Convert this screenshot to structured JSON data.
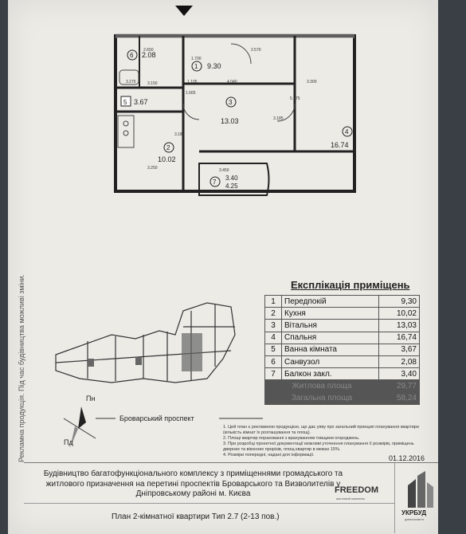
{
  "sidebar_notice": "Рекламна продукція. Під час будівництва можливі зміни.",
  "plan": {
    "dims": [
      "2.650",
      "2.570",
      "1.700",
      "1.105",
      "4.040",
      "3.300",
      "3.150",
      "1.665",
      "3.250",
      "3.184",
      "5.175",
      "3.185",
      "3.450",
      "3.275"
    ],
    "rooms": [
      {
        "no": "1",
        "area": "9.30"
      },
      {
        "no": "2",
        "area": "10.02"
      },
      {
        "no": "3",
        "area": "13.03"
      },
      {
        "no": "4",
        "area": "16.74"
      },
      {
        "no": "5",
        "area": "3.67"
      },
      {
        "no": "6",
        "area": "2.08"
      },
      {
        "no": "7",
        "area": "3.40",
        "area2": "4.25"
      }
    ]
  },
  "legend": {
    "title": "Експлікація приміщень",
    "rows": [
      {
        "no": "1",
        "name": "Передпокій",
        "area": "9,30"
      },
      {
        "no": "2",
        "name": "Кухня",
        "area": "10,02"
      },
      {
        "no": "3",
        "name": "Вітальня",
        "area": "13,03"
      },
      {
        "no": "4",
        "name": "Спальня",
        "area": "16,74"
      },
      {
        "no": "5",
        "name": "Ванна кімната",
        "area": "3,67"
      },
      {
        "no": "6",
        "name": "Санвузол",
        "area": "2,08"
      },
      {
        "no": "7",
        "name": "Балкон закл.",
        "area": "3,40"
      }
    ],
    "living_label": "Житлова площа",
    "living_value": "29,77",
    "total_label": "Загальна площа",
    "total_value": "58,24"
  },
  "site": {
    "street": "Броварський проспект",
    "north": "Пн",
    "south": "Пд"
  },
  "notes": [
    "1. Цей план є рекламною продукцією, що дає уяву про загальний принцип планування квартири (кількість кімнат їх розташування та площ).",
    "2. Площі квартир порахованні з врахуванням товщини огороджень.",
    "3. При розробці проектної документації можливі уточнення планування її розмірів, приміщень дверних та віконних прорізів, площ квартир в межах 15%.",
    "4. Розміри попередні, надані для інформації."
  ],
  "date": "01.12.2016",
  "footer": {
    "description": "Будівництво багатофункціонального комплексу з приміщеннями громадського та житлового призначення на перетині проспектів Броварського та Визволителів у Дніпровському районі м. Києва",
    "plan_title": "План 2-кімнатної квартири Тип 2.7 (2-13 пов.)",
    "brand1": "FREEDOM",
    "brand1_sub": "житловий комплекс",
    "brand2": "УКРБУД",
    "brand2_sub": "девелопмент"
  }
}
